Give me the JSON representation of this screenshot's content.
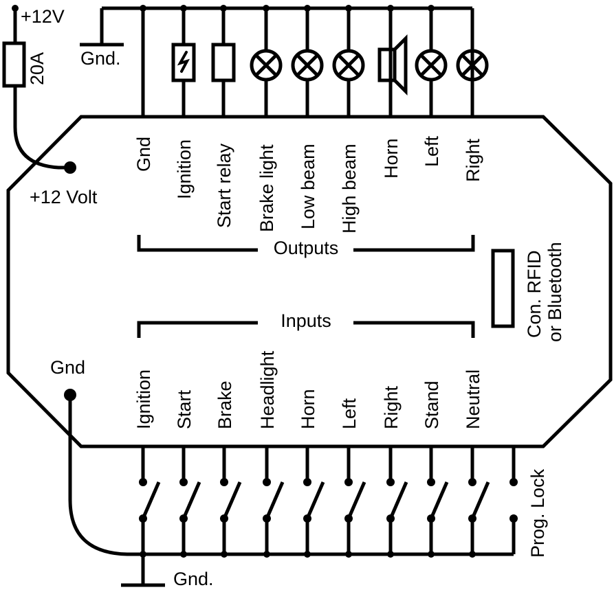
{
  "supply": {
    "top_label": "+12V",
    "fuse_label": "20A",
    "module_terminal_label": "+12 Volt"
  },
  "top_ground_label": "Gnd.",
  "bottom_ground_label": "Gnd.",
  "module_gnd_label": "Gnd",
  "outputs": {
    "group_label": "Outputs",
    "items": [
      {
        "label": "Gnd",
        "load": "ground-wire-icon"
      },
      {
        "label": "Ignition",
        "load": "ignition-coil-icon"
      },
      {
        "label": "Start relay",
        "load": "relay-icon"
      },
      {
        "label": "Brake light",
        "load": "lamp-icon"
      },
      {
        "label": "Low beam",
        "load": "lamp-icon"
      },
      {
        "label": "High beam",
        "load": "lamp-icon"
      },
      {
        "label": "Horn",
        "load": "speaker-icon"
      },
      {
        "label": "Left",
        "load": "lamp-icon"
      },
      {
        "label": "Right",
        "load": "lamp-icon"
      }
    ]
  },
  "inputs": {
    "group_label": "Inputs",
    "items": [
      {
        "label": "Ignition"
      },
      {
        "label": "Start"
      },
      {
        "label": "Brake"
      },
      {
        "label": "Headlight"
      },
      {
        "label": "Horn"
      },
      {
        "label": "Left"
      },
      {
        "label": "Right"
      },
      {
        "label": "Stand"
      },
      {
        "label": "Neutral"
      }
    ],
    "extra_contact_label": "Prog. Lock"
  },
  "connector": {
    "line1": "Con. RFID",
    "line2": "or Bluetooth"
  }
}
